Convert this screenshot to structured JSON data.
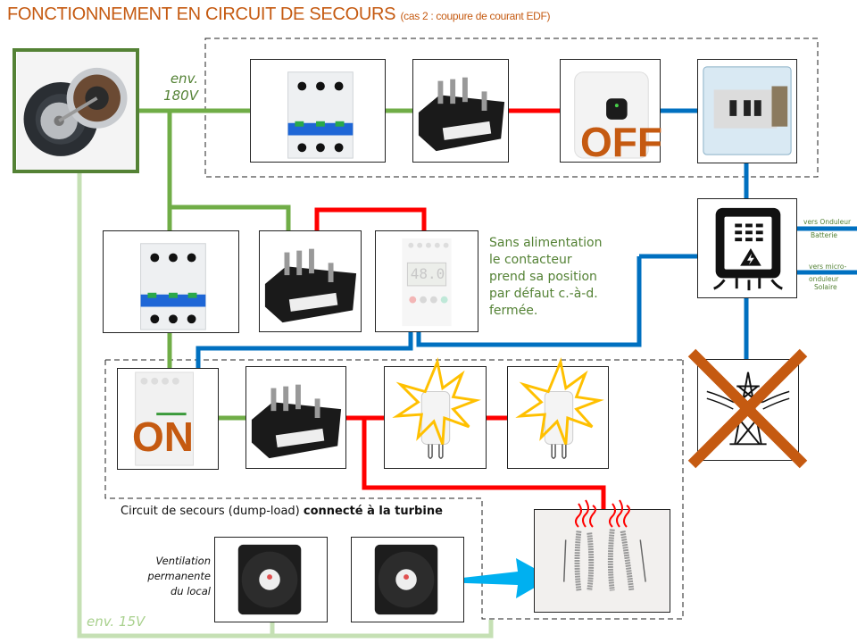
{
  "title": {
    "main": "FONCTIONNEMENT EN CIRCUIT DE SECOURS",
    "subtitle": "(cas 2 : coupure de courant EDF)"
  },
  "colors": {
    "title": "#c55a11",
    "wire_turbine_ac": "#70ad47",
    "wire_low_voltage": "#c5e0b4",
    "wire_dc": "#ff0000",
    "wire_grid": "#0070c0",
    "state_label": "#c55a11",
    "note_text": "#548235",
    "airflow_arrow": "#00b0f0"
  },
  "labels": {
    "turbine_voltage_line1": "env.",
    "turbine_voltage_line2": "180V",
    "low_voltage": "env. 15V",
    "inverter_state": "OFF",
    "contactor_state": "ON",
    "relay_display": "48.0",
    "to_battery_inverter_line1": "vers Onduleur",
    "to_battery_inverter_line2": "Batterie",
    "to_micro_inverter_line1": "vers micro-",
    "to_micro_inverter_line2": "onduleur",
    "to_micro_inverter_line3": "Solaire"
  },
  "note": {
    "lines": [
      "Sans alimentation",
      "le contacteur",
      "prend sa position",
      "par défaut c.-à-d.",
      "fermée."
    ]
  },
  "dump_load_caption": {
    "normal": "Circuit de secours (dump-load) ",
    "bold": "connecté à la turbine"
  },
  "ventilation": {
    "lines": [
      "Ventilation",
      "permanente",
      "du local"
    ]
  },
  "components": [
    {
      "id": "turbine",
      "name": "Turbine / génératrice"
    },
    {
      "id": "breaker-main",
      "name": "Disjoncteur 3P"
    },
    {
      "id": "rectifier-main",
      "name": "Pont redresseur"
    },
    {
      "id": "inverter",
      "name": "Onduleur",
      "state": "OFF"
    },
    {
      "id": "ac-panel",
      "name": "Tableau électrique"
    },
    {
      "id": "electrical-cabinet",
      "name": "Armoire électrique"
    },
    {
      "id": "grid",
      "name": "Réseau EDF",
      "state": "coupé"
    },
    {
      "id": "breaker-secondary",
      "name": "Disjoncteur 3P"
    },
    {
      "id": "rectifier-relay",
      "name": "Pont redresseur"
    },
    {
      "id": "voltage-relay",
      "name": "Relais de tension"
    },
    {
      "id": "contactor",
      "name": "Contacteur",
      "state": "ON"
    },
    {
      "id": "rectifier-dump",
      "name": "Pont redresseur"
    },
    {
      "id": "halogen-lamp-1",
      "name": "Lampe halogène"
    },
    {
      "id": "halogen-lamp-2",
      "name": "Lampe halogène"
    },
    {
      "id": "heating-resistor",
      "name": "Résistance chauffante"
    },
    {
      "id": "fan-1",
      "name": "Ventilateur"
    },
    {
      "id": "fan-2",
      "name": "Ventilateur"
    }
  ]
}
